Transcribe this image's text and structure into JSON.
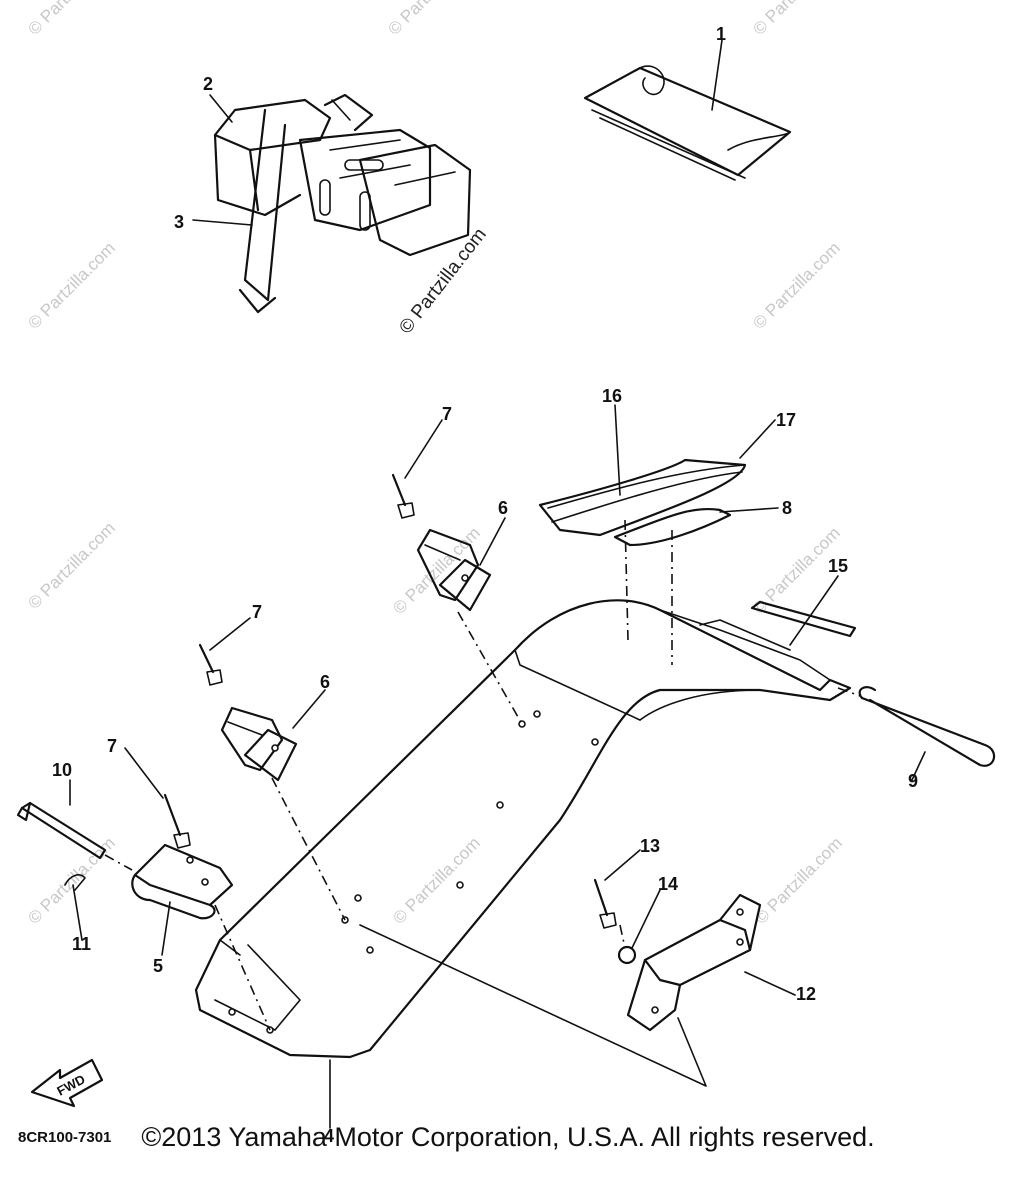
{
  "callouts": {
    "c1": "1",
    "c2": "2",
    "c3": "3",
    "c4": "4",
    "c5": "5",
    "c6a": "6",
    "c6b": "6",
    "c7a": "7",
    "c7b": "7",
    "c7c": "7",
    "c8": "8",
    "c9": "9",
    "c10": "10",
    "c11": "11",
    "c12": "12",
    "c13": "13",
    "c14": "14",
    "c15": "15",
    "c16": "16",
    "c17": "17"
  },
  "watermark": {
    "text": "© Partzilla.com",
    "dark_text": "© Partzilla.com"
  },
  "diagram_code": "8CR100-7301",
  "fwd_label": "FWD",
  "copyright": "©2013 Yamaha Motor Corporation, U.S.A. All rights reserved."
}
